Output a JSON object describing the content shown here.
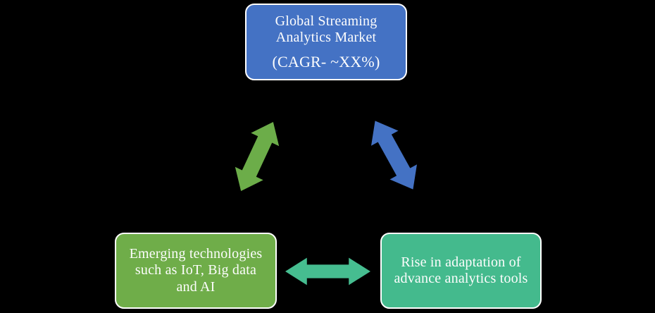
{
  "diagram": {
    "background_color": "#000000",
    "text_color": "#FDFDFD",
    "node_border_color": "#FFFFFF",
    "nodes": {
      "market": {
        "lines": [
          "Global Streaming",
          "Analytics Market"
        ],
        "cagr": "(CAGR- ~XX%)",
        "fill": "#4472C4"
      },
      "technologies": {
        "lines": [
          "Emerging technologies",
          "such as IoT, Big data",
          "and AI"
        ],
        "fill": "#6FAD49"
      },
      "adoption": {
        "lines": [
          "Rise in adaptation of",
          "advance analytics tools"
        ],
        "fill": "#44BA8D"
      }
    },
    "connectors": {
      "market_technologies": {
        "shape": "double-arrow",
        "connects": "market - technologies",
        "color": "#6CAD49"
      },
      "market_adoption": {
        "shape": "double-arrow",
        "connects": "market - adoption",
        "color": "#4472C4"
      },
      "technologies_adoption": {
        "shape": "double-arrow",
        "connects": "technologies - adoption",
        "color": "#46BD90"
      }
    }
  }
}
